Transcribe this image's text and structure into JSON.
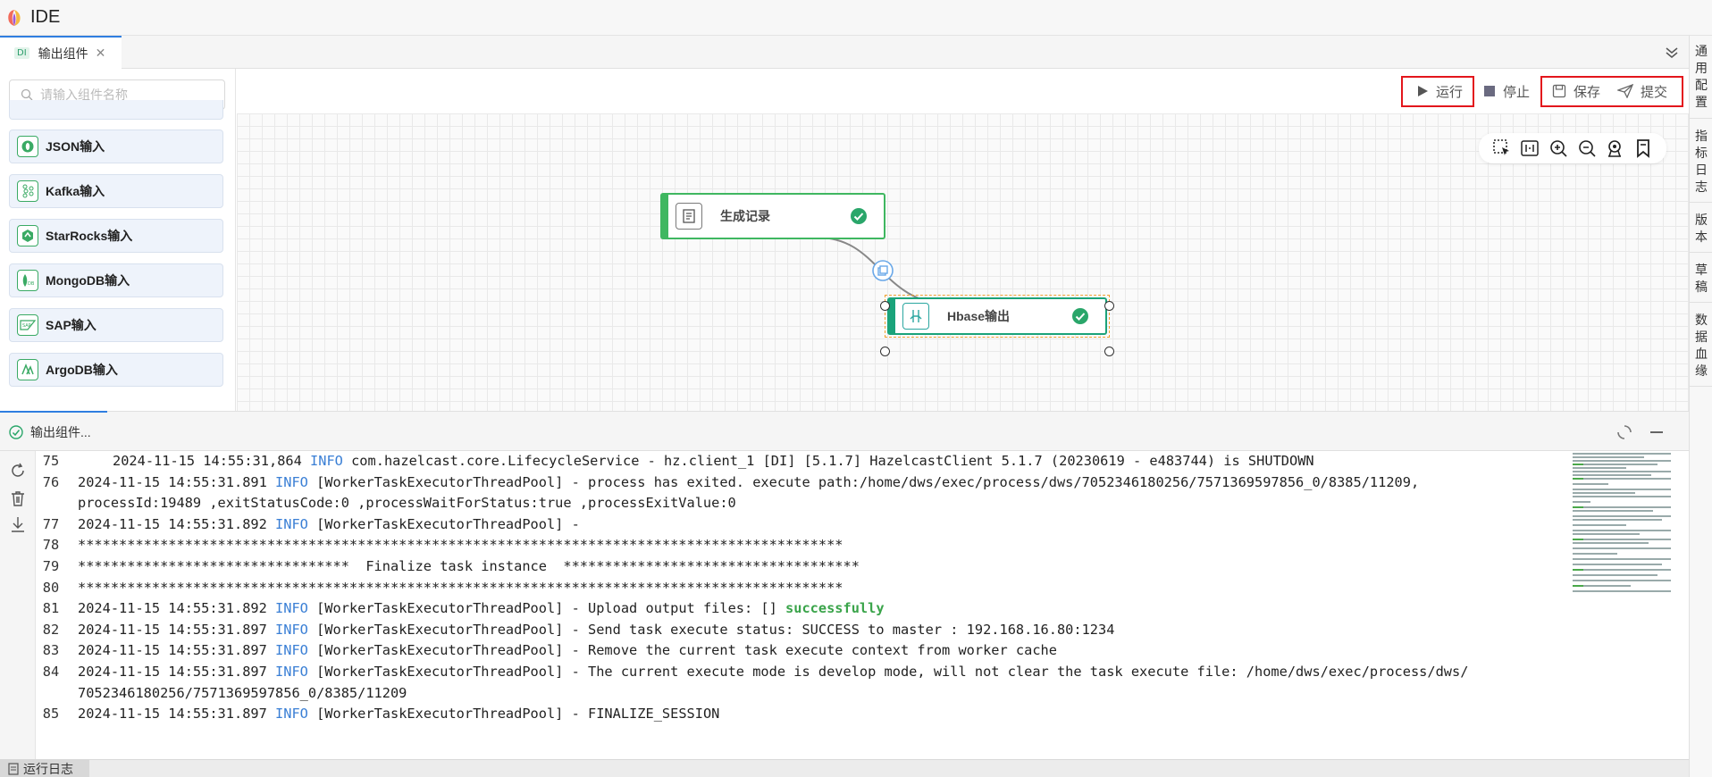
{
  "app": {
    "title": "IDE"
  },
  "tab": {
    "badge": "DI",
    "label": "输出组件",
    "close": "✕"
  },
  "rightbar": [
    {
      "label": "通用配置"
    },
    {
      "label": "指标日志"
    },
    {
      "label": "版本"
    },
    {
      "label": "草稿"
    },
    {
      "label": "数据血缘"
    }
  ],
  "search": {
    "placeholder": "请输入组件名称"
  },
  "components": [
    {
      "label": "JSON输入",
      "icon": "json-icon"
    },
    {
      "label": "Kafka输入",
      "icon": "kafka-icon"
    },
    {
      "label": "StarRocks输入",
      "icon": "starrocks-icon"
    },
    {
      "label": "MongoDB输入",
      "icon": "mongodb-icon"
    },
    {
      "label": "SAP输入",
      "icon": "sap-icon"
    },
    {
      "label": "ArgoDB输入",
      "icon": "argodb-icon"
    }
  ],
  "toolbar": {
    "run": "运行",
    "stop": "停止",
    "save": "保存",
    "submit": "提交"
  },
  "nodes": {
    "source": {
      "label": "生成记录",
      "status": "success"
    },
    "target": {
      "label": "Hbase输出",
      "status": "success"
    }
  },
  "log": {
    "title": "输出组件...",
    "bottom_tab": "运行日志",
    "lines": [
      {
        "n": "75",
        "indent": true,
        "ts": "2024-11-15 14:55:31,864",
        "level": "INFO",
        "msg": " com.hazelcast.core.LifecycleService - hz.client_1 [DI] [5.1.7] HazelcastClient 5.1.7 (20230619 - e483744) is SHUTDOWN"
      },
      {
        "n": "76",
        "ts": "2024-11-15 14:55:31.891",
        "level": "INFO",
        "msg": " [WorkerTaskExecutorThreadPool] - process has exited. execute path:/home/dws/exec/process/dws/7052346180256/7571369597856_0/8385/11209,",
        "cont": "processId:19489 ,exitStatusCode:0 ,processWaitForStatus:true ,processExitValue:0"
      },
      {
        "n": "77",
        "ts": "2024-11-15 14:55:31.892",
        "level": "INFO",
        "msg": " [WorkerTaskExecutorThreadPool] -"
      },
      {
        "n": "78",
        "plain": "*********************************************************************************************"
      },
      {
        "n": "79",
        "plain": "*********************************  Finalize task instance  ************************************"
      },
      {
        "n": "80",
        "plain": "*********************************************************************************************"
      },
      {
        "n": "81",
        "ts": "2024-11-15 14:55:31.892",
        "level": "INFO",
        "msg": " [WorkerTaskExecutorThreadPool] - Upload output files: [] ",
        "succ": "successfully"
      },
      {
        "n": "82",
        "ts": "2024-11-15 14:55:31.897",
        "level": "INFO",
        "msg": " [WorkerTaskExecutorThreadPool] - Send task execute status: SUCCESS to master : 192.168.16.80:1234"
      },
      {
        "n": "83",
        "ts": "2024-11-15 14:55:31.897",
        "level": "INFO",
        "msg": " [WorkerTaskExecutorThreadPool] - Remove the current task execute context from worker cache"
      },
      {
        "n": "84",
        "ts": "2024-11-15 14:55:31.897",
        "level": "INFO",
        "msg": " [WorkerTaskExecutorThreadPool] - The current execute mode is develop mode, will not clear the task execute file: /home/dws/exec/process/dws/",
        "cont": "7052346180256/7571369597856_0/8385/11209"
      },
      {
        "n": "85",
        "ts": "2024-11-15 14:55:31.897",
        "level": "INFO",
        "msg": " [WorkerTaskExecutorThreadPool] - FINALIZE_SESSION"
      }
    ]
  },
  "colors": {
    "accent": "#2f7ee0",
    "node_green": "#3fb760",
    "highlight_red": "#e3161c",
    "info_blue": "#3a7fd5",
    "success_green": "#3aa44a"
  }
}
